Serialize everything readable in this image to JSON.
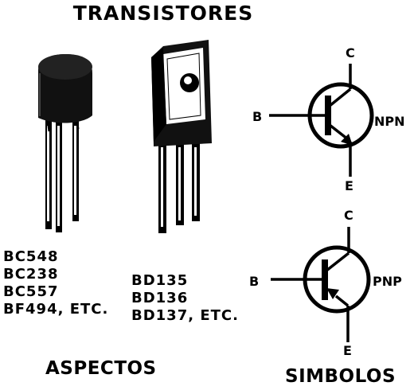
{
  "title": "TRANSISTORES",
  "left_caption": "ASPECTOS",
  "right_caption": "SIMBOLOS",
  "small_transistor_parts": [
    "BC548",
    "BC238",
    "BC557",
    "BF494, ETC."
  ],
  "power_transistor_parts": [
    "BD135",
    "BD136",
    "BD137, ETC."
  ],
  "npn_symbol": {
    "type_label": "NPN",
    "base": "B",
    "collector": "C",
    "emitter": "E"
  },
  "pnp_symbol": {
    "type_label": "PNP",
    "base": "B",
    "collector": "C",
    "emitter": "E"
  }
}
